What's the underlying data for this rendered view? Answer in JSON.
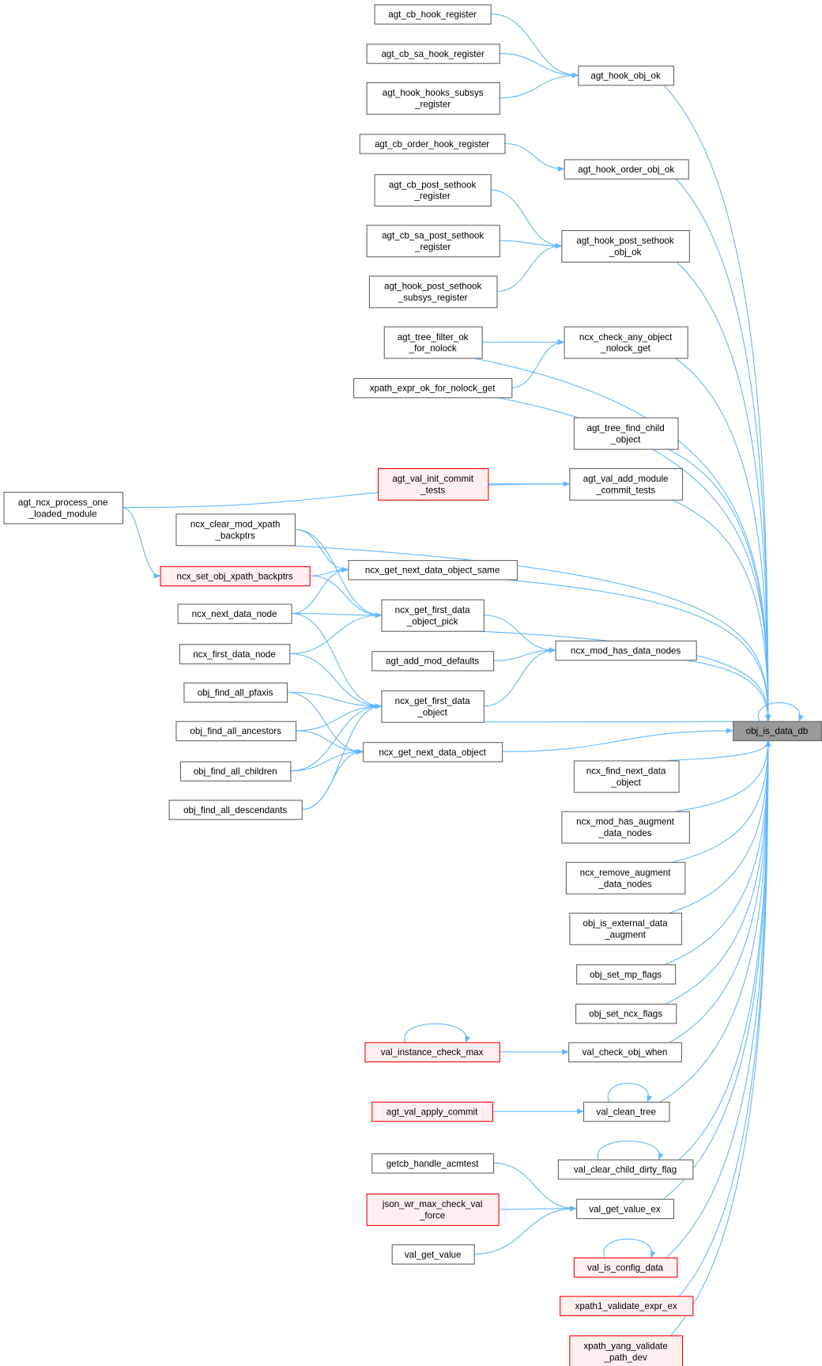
{
  "graph": {
    "colors": {
      "edge": "#63b8ff",
      "node_border": "#666666",
      "node_fill": "#ffffff",
      "red_border": "#ff0000",
      "red_fill": "#fff0f0",
      "current_fill": "#999999"
    },
    "nodes": [
      {
        "id": "agt_cb_hook_register",
        "lines": [
          "agt_cb_hook_register"
        ],
        "style": "normal"
      },
      {
        "id": "agt_cb_sa_hook_register",
        "lines": [
          "agt_cb_sa_hook_register"
        ],
        "style": "normal"
      },
      {
        "id": "agt_hook_hooks_subsys_register",
        "lines": [
          "agt_hook_hooks_subsys",
          "_register"
        ],
        "style": "normal"
      },
      {
        "id": "agt_hook_obj_ok",
        "lines": [
          "agt_hook_obj_ok"
        ],
        "style": "normal"
      },
      {
        "id": "agt_cb_order_hook_register",
        "lines": [
          "agt_cb_order_hook_register"
        ],
        "style": "normal"
      },
      {
        "id": "agt_hook_order_obj_ok",
        "lines": [
          "agt_hook_order_obj_ok"
        ],
        "style": "normal"
      },
      {
        "id": "agt_cb_post_sethook_register",
        "lines": [
          "agt_cb_post_sethook",
          "_register"
        ],
        "style": "normal"
      },
      {
        "id": "agt_cb_sa_post_sethook_register",
        "lines": [
          "agt_cb_sa_post_sethook",
          "_register"
        ],
        "style": "normal"
      },
      {
        "id": "agt_hook_post_sethook_obj_ok",
        "lines": [
          "agt_hook_post_sethook",
          "_obj_ok"
        ],
        "style": "normal"
      },
      {
        "id": "agt_hook_post_sethook_subsys_register",
        "lines": [
          "agt_hook_post_sethook",
          "_subsys_register"
        ],
        "style": "normal"
      },
      {
        "id": "agt_tree_filter_ok_for_nolock",
        "lines": [
          "agt_tree_filter_ok",
          "_for_nolock"
        ],
        "style": "normal"
      },
      {
        "id": "ncx_check_any_object_nolock_get",
        "lines": [
          "ncx_check_any_object",
          "_nolock_get"
        ],
        "style": "normal"
      },
      {
        "id": "xpath_expr_ok_for_nolock_get",
        "lines": [
          "xpath_expr_ok_for_nolock_get"
        ],
        "style": "normal"
      },
      {
        "id": "agt_tree_find_child_object",
        "lines": [
          "agt_tree_find_child",
          "_object"
        ],
        "style": "normal"
      },
      {
        "id": "agt_val_init_commit_tests",
        "lines": [
          "agt_val_init_commit",
          "_tests"
        ],
        "style": "red"
      },
      {
        "id": "agt_val_add_module_commit_tests",
        "lines": [
          "agt_val_add_module",
          "_commit_tests"
        ],
        "style": "normal"
      },
      {
        "id": "agt_ncx_process_one_loaded_module",
        "lines": [
          "agt_ncx_process_one",
          "_loaded_module"
        ],
        "style": "normal"
      },
      {
        "id": "ncx_clear_mod_xpath_backptrs",
        "lines": [
          "ncx_clear_mod_xpath",
          "_backptrs"
        ],
        "style": "normal"
      },
      {
        "id": "ncx_set_obj_xpath_backptrs",
        "lines": [
          "ncx_set_obj_xpath_backptrs"
        ],
        "style": "red"
      },
      {
        "id": "ncx_get_next_data_object_same",
        "lines": [
          "ncx_get_next_data_object_same"
        ],
        "style": "normal"
      },
      {
        "id": "ncx_next_data_node",
        "lines": [
          "ncx_next_data_node"
        ],
        "style": "normal"
      },
      {
        "id": "ncx_get_first_data_object_pick",
        "lines": [
          "ncx_get_first_data",
          "_object_pick"
        ],
        "style": "normal"
      },
      {
        "id": "ncx_first_data_node",
        "lines": [
          "ncx_first_data_node"
        ],
        "style": "normal"
      },
      {
        "id": "agt_add_mod_defaults",
        "lines": [
          "agt_add_mod_defaults"
        ],
        "style": "normal"
      },
      {
        "id": "ncx_mod_has_data_nodes",
        "lines": [
          "ncx_mod_has_data_nodes"
        ],
        "style": "normal"
      },
      {
        "id": "obj_find_all_pfaxis",
        "lines": [
          "obj_find_all_pfaxis"
        ],
        "style": "normal"
      },
      {
        "id": "ncx_get_first_data_object",
        "lines": [
          "ncx_get_first_data",
          "_object"
        ],
        "style": "normal"
      },
      {
        "id": "obj_find_all_ancestors",
        "lines": [
          "obj_find_all_ancestors"
        ],
        "style": "normal"
      },
      {
        "id": "obj_is_data_db",
        "lines": [
          "obj_is_data_db"
        ],
        "style": "current"
      },
      {
        "id": "ncx_get_next_data_object",
        "lines": [
          "ncx_get_next_data_object"
        ],
        "style": "normal"
      },
      {
        "id": "obj_find_all_children",
        "lines": [
          "obj_find_all_children"
        ],
        "style": "normal"
      },
      {
        "id": "obj_find_all_descendants",
        "lines": [
          "obj_find_all_descendants"
        ],
        "style": "normal"
      },
      {
        "id": "ncx_find_next_data_object",
        "lines": [
          "ncx_find_next_data",
          "_object"
        ],
        "style": "normal"
      },
      {
        "id": "ncx_mod_has_augment_data_nodes",
        "lines": [
          "ncx_mod_has_augment",
          "_data_nodes"
        ],
        "style": "normal"
      },
      {
        "id": "ncx_remove_augment_data_nodes",
        "lines": [
          "ncx_remove_augment",
          "_data_nodes"
        ],
        "style": "normal"
      },
      {
        "id": "obj_is_external_data_augment",
        "lines": [
          "obj_is_external_data",
          "_augment"
        ],
        "style": "normal"
      },
      {
        "id": "obj_set_mp_flags",
        "lines": [
          "obj_set_mp_flags"
        ],
        "style": "normal"
      },
      {
        "id": "obj_set_ncx_flags",
        "lines": [
          "obj_set_ncx_flags"
        ],
        "style": "normal"
      },
      {
        "id": "val_instance_check_max",
        "lines": [
          "val_instance_check_max"
        ],
        "style": "red"
      },
      {
        "id": "val_check_obj_when",
        "lines": [
          "val_check_obj_when"
        ],
        "style": "normal"
      },
      {
        "id": "agt_val_apply_commit",
        "lines": [
          "agt_val_apply_commit"
        ],
        "style": "red"
      },
      {
        "id": "val_clean_tree",
        "lines": [
          "val_clean_tree"
        ],
        "style": "normal"
      },
      {
        "id": "getcb_handle_acmtest",
        "lines": [
          "getcb_handle_acmtest"
        ],
        "style": "normal"
      },
      {
        "id": "val_clear_child_dirty_flag",
        "lines": [
          "val_clear_child_dirty_flag"
        ],
        "style": "normal"
      },
      {
        "id": "json_wr_max_check_val_force",
        "lines": [
          "json_wr_max_check_val",
          "_force"
        ],
        "style": "red"
      },
      {
        "id": "val_get_value_ex",
        "lines": [
          "val_get_value_ex"
        ],
        "style": "normal"
      },
      {
        "id": "val_get_value",
        "lines": [
          "val_get_value"
        ],
        "style": "normal"
      },
      {
        "id": "val_is_config_data",
        "lines": [
          "val_is_config_data"
        ],
        "style": "red"
      },
      {
        "id": "xpath1_validate_expr_ex",
        "lines": [
          "xpath1_validate_expr_ex"
        ],
        "style": "red"
      },
      {
        "id": "xpath_yang_validate_path_dev",
        "lines": [
          "xpath_yang_validate",
          "_path_dev"
        ],
        "style": "red"
      }
    ],
    "edges": [
      [
        "agt_cb_hook_register",
        "agt_hook_obj_ok"
      ],
      [
        "agt_cb_sa_hook_register",
        "agt_hook_obj_ok"
      ],
      [
        "agt_hook_hooks_subsys_register",
        "agt_hook_obj_ok"
      ],
      [
        "agt_hook_obj_ok",
        "obj_is_data_db"
      ],
      [
        "agt_cb_order_hook_register",
        "agt_hook_order_obj_ok"
      ],
      [
        "agt_hook_order_obj_ok",
        "obj_is_data_db"
      ],
      [
        "agt_cb_post_sethook_register",
        "agt_hook_post_sethook_obj_ok"
      ],
      [
        "agt_cb_sa_post_sethook_register",
        "agt_hook_post_sethook_obj_ok"
      ],
      [
        "agt_hook_post_sethook_subsys_register",
        "agt_hook_post_sethook_obj_ok"
      ],
      [
        "agt_hook_post_sethook_obj_ok",
        "obj_is_data_db"
      ],
      [
        "agt_tree_filter_ok_for_nolock",
        "ncx_check_any_object_nolock_get"
      ],
      [
        "agt_tree_filter_ok_for_nolock",
        "obj_is_data_db"
      ],
      [
        "xpath_expr_ok_for_nolock_get",
        "ncx_check_any_object_nolock_get"
      ],
      [
        "xpath_expr_ok_for_nolock_get",
        "obj_is_data_db"
      ],
      [
        "ncx_check_any_object_nolock_get",
        "obj_is_data_db"
      ],
      [
        "agt_tree_find_child_object",
        "obj_is_data_db"
      ],
      [
        "agt_ncx_process_one_loaded_module",
        "agt_val_add_module_commit_tests"
      ],
      [
        "agt_ncx_process_one_loaded_module",
        "ncx_set_obj_xpath_backptrs"
      ],
      [
        "agt_val_init_commit_tests",
        "agt_val_add_module_commit_tests"
      ],
      [
        "agt_val_add_module_commit_tests",
        "obj_is_data_db"
      ],
      [
        "ncx_clear_mod_xpath_backptrs",
        "obj_is_data_db"
      ],
      [
        "ncx_clear_mod_xpath_backptrs",
        "ncx_get_next_data_object_same"
      ],
      [
        "ncx_clear_mod_xpath_backptrs",
        "ncx_get_first_data_object_pick"
      ],
      [
        "ncx_set_obj_xpath_backptrs",
        "ncx_get_next_data_object_same"
      ],
      [
        "ncx_set_obj_xpath_backptrs",
        "ncx_get_first_data_object_pick"
      ],
      [
        "ncx_next_data_node",
        "ncx_get_next_data_object_same"
      ],
      [
        "ncx_next_data_node",
        "ncx_get_first_data_object_pick"
      ],
      [
        "ncx_next_data_node",
        "ncx_get_first_data_object"
      ],
      [
        "ncx_first_data_node",
        "ncx_get_first_data_object_pick"
      ],
      [
        "ncx_first_data_node",
        "ncx_get_first_data_object"
      ],
      [
        "ncx_get_next_data_object_same",
        "obj_is_data_db"
      ],
      [
        "ncx_get_first_data_object_pick",
        "obj_is_data_db"
      ],
      [
        "ncx_get_first_data_object_pick",
        "ncx_mod_has_data_nodes"
      ],
      [
        "agt_add_mod_defaults",
        "ncx_mod_has_data_nodes"
      ],
      [
        "ncx_get_first_data_object",
        "ncx_mod_has_data_nodes"
      ],
      [
        "ncx_get_first_data_object",
        "obj_is_data_db"
      ],
      [
        "ncx_mod_has_data_nodes",
        "obj_is_data_db"
      ],
      [
        "obj_find_all_pfaxis",
        "ncx_get_first_data_object"
      ],
      [
        "obj_find_all_pfaxis",
        "ncx_get_next_data_object"
      ],
      [
        "obj_find_all_ancestors",
        "ncx_get_first_data_object"
      ],
      [
        "obj_find_all_ancestors",
        "ncx_get_next_data_object"
      ],
      [
        "obj_find_all_children",
        "ncx_get_first_data_object"
      ],
      [
        "obj_find_all_children",
        "ncx_get_next_data_object"
      ],
      [
        "obj_find_all_descendants",
        "ncx_get_first_data_object"
      ],
      [
        "obj_find_all_descendants",
        "ncx_get_next_data_object"
      ],
      [
        "ncx_get_next_data_object",
        "obj_is_data_db"
      ],
      [
        "obj_is_data_db",
        "obj_is_data_db"
      ],
      [
        "ncx_find_next_data_object",
        "obj_is_data_db"
      ],
      [
        "ncx_mod_has_augment_data_nodes",
        "obj_is_data_db"
      ],
      [
        "ncx_remove_augment_data_nodes",
        "obj_is_data_db"
      ],
      [
        "obj_is_external_data_augment",
        "obj_is_data_db"
      ],
      [
        "obj_set_mp_flags",
        "obj_is_data_db"
      ],
      [
        "obj_set_ncx_flags",
        "obj_is_data_db"
      ],
      [
        "val_instance_check_max",
        "val_instance_check_max"
      ],
      [
        "val_instance_check_max",
        "val_check_obj_when"
      ],
      [
        "val_check_obj_when",
        "obj_is_data_db"
      ],
      [
        "agt_val_apply_commit",
        "val_clean_tree"
      ],
      [
        "val_clean_tree",
        "val_clean_tree"
      ],
      [
        "val_clean_tree",
        "obj_is_data_db"
      ],
      [
        "val_clear_child_dirty_flag",
        "val_clear_child_dirty_flag"
      ],
      [
        "val_clear_child_dirty_flag",
        "obj_is_data_db"
      ],
      [
        "getcb_handle_acmtest",
        "val_get_value_ex"
      ],
      [
        "json_wr_max_check_val_force",
        "val_get_value_ex"
      ],
      [
        "val_get_value",
        "val_get_value_ex"
      ],
      [
        "val_get_value_ex",
        "obj_is_data_db"
      ],
      [
        "val_is_config_data",
        "val_is_config_data"
      ],
      [
        "val_is_config_data",
        "obj_is_data_db"
      ],
      [
        "xpath1_validate_expr_ex",
        "obj_is_data_db"
      ],
      [
        "xpath_yang_validate_path_dev",
        "obj_is_data_db"
      ]
    ]
  }
}
